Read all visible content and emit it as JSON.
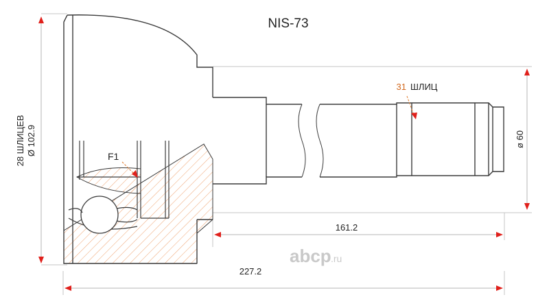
{
  "title": "NIS-73",
  "labels": {
    "f1": "F1",
    "outer_splines_count": "31",
    "outer_splines_word": "ШЛИЦ",
    "outer_diameter": "ø 60",
    "length_shaft": "161.2",
    "length_total": "227.2",
    "inner_splines": "28 ШЛИЦЕВ",
    "inner_diameter": "Ø 102.9"
  },
  "watermark": {
    "brand": "abcp",
    "suffix": ".ru"
  },
  "colors": {
    "line": "#3a3a3a",
    "dim_line": "#bfbfbf",
    "arrow": "#e0201b",
    "hatch": "#f0a878",
    "accent": "#d2691e",
    "watermark": "#c9c9c9"
  }
}
